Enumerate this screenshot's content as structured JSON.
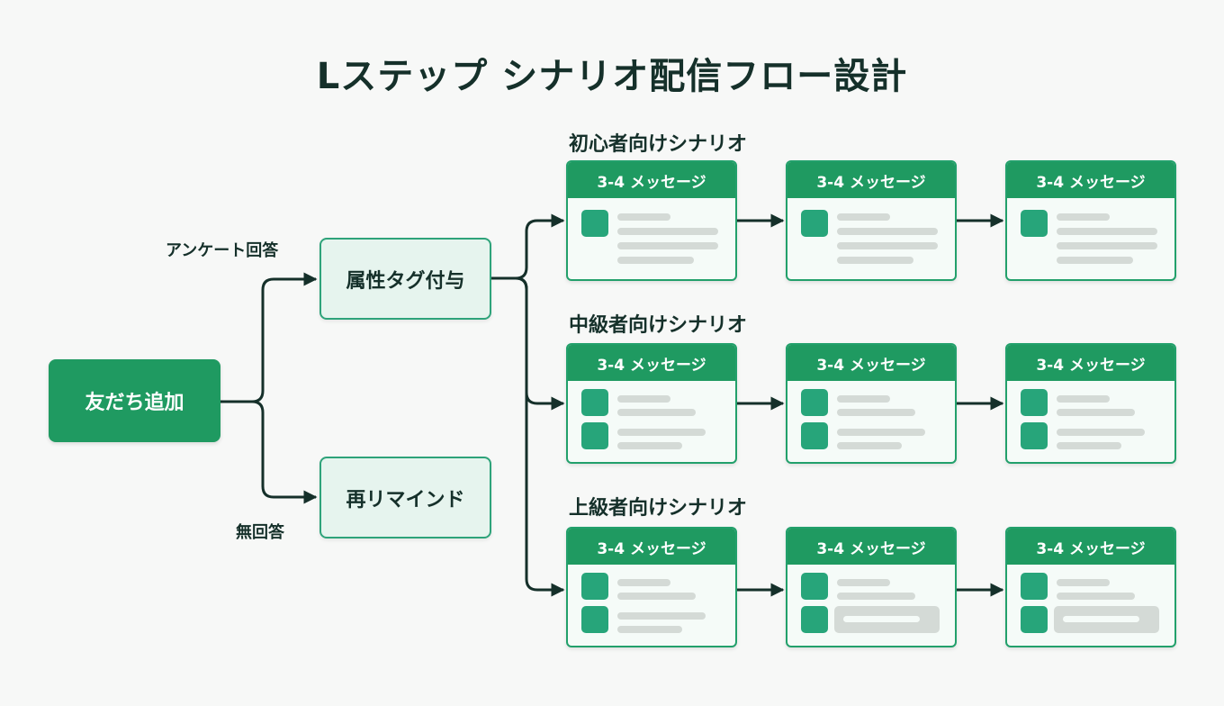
{
  "title": "Lステップ シナリオ配信フロー設計",
  "nodes": {
    "start": "友だち追加",
    "tag": "属性タグ付与",
    "remind": "再リマインド"
  },
  "edge_labels": {
    "answered": "アンケート回答",
    "no_answer": "無回答"
  },
  "scenarios": [
    {
      "label": "初心者向けシナリオ",
      "cards": [
        {
          "header": "3-4 メッセージ",
          "layout": "single"
        },
        {
          "header": "3-4 メッセージ",
          "layout": "single"
        },
        {
          "header": "3-4 メッセージ",
          "layout": "single"
        }
      ]
    },
    {
      "label": "中級者向けシナリオ",
      "cards": [
        {
          "header": "3-4 メッセージ",
          "layout": "double"
        },
        {
          "header": "3-4 メッセージ",
          "layout": "double"
        },
        {
          "header": "3-4 メッセージ",
          "layout": "double"
        }
      ]
    },
    {
      "label": "上級者向けシナリオ",
      "cards": [
        {
          "header": "3-4 メッセージ",
          "layout": "double"
        },
        {
          "header": "3-4 メッセージ",
          "layout": "double-box"
        },
        {
          "header": "3-4 メッセージ",
          "layout": "double-box"
        }
      ]
    }
  ],
  "colors": {
    "primary": "#1f9a61",
    "accent": "#27a57a",
    "border": "#22a06b",
    "light_fill": "#e6f4ee",
    "connector": "#15302a",
    "placeholder": "#d4dad6"
  }
}
